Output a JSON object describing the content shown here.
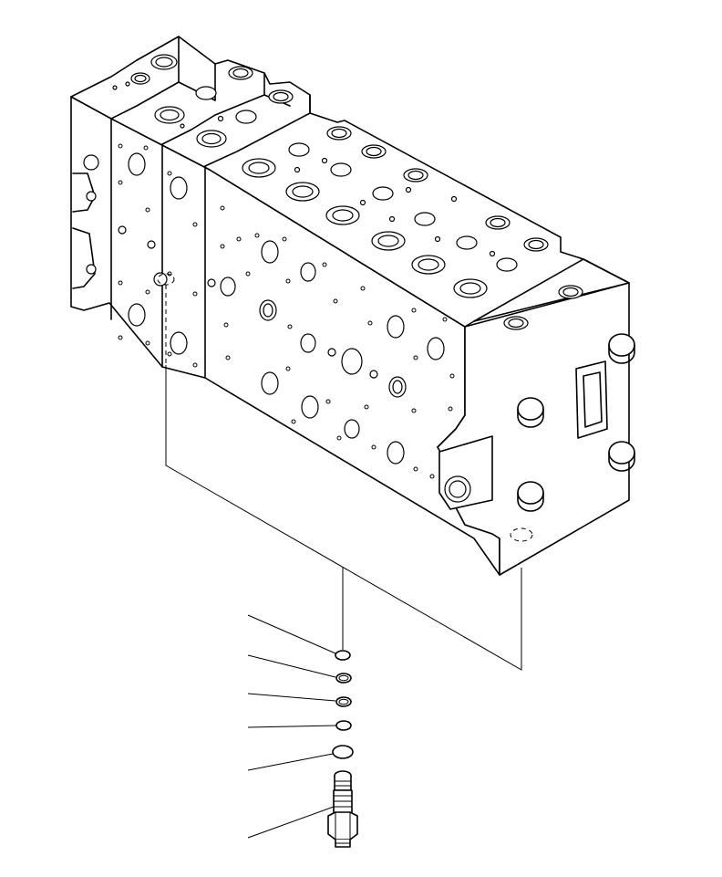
{
  "figure": {
    "assembly_name": "control-valve-block",
    "parts": [
      "o-ring-1",
      "o-ring-2",
      "o-ring-3",
      "o-ring-4",
      "o-ring-5",
      "relief-valve"
    ],
    "leader_count": 6
  }
}
